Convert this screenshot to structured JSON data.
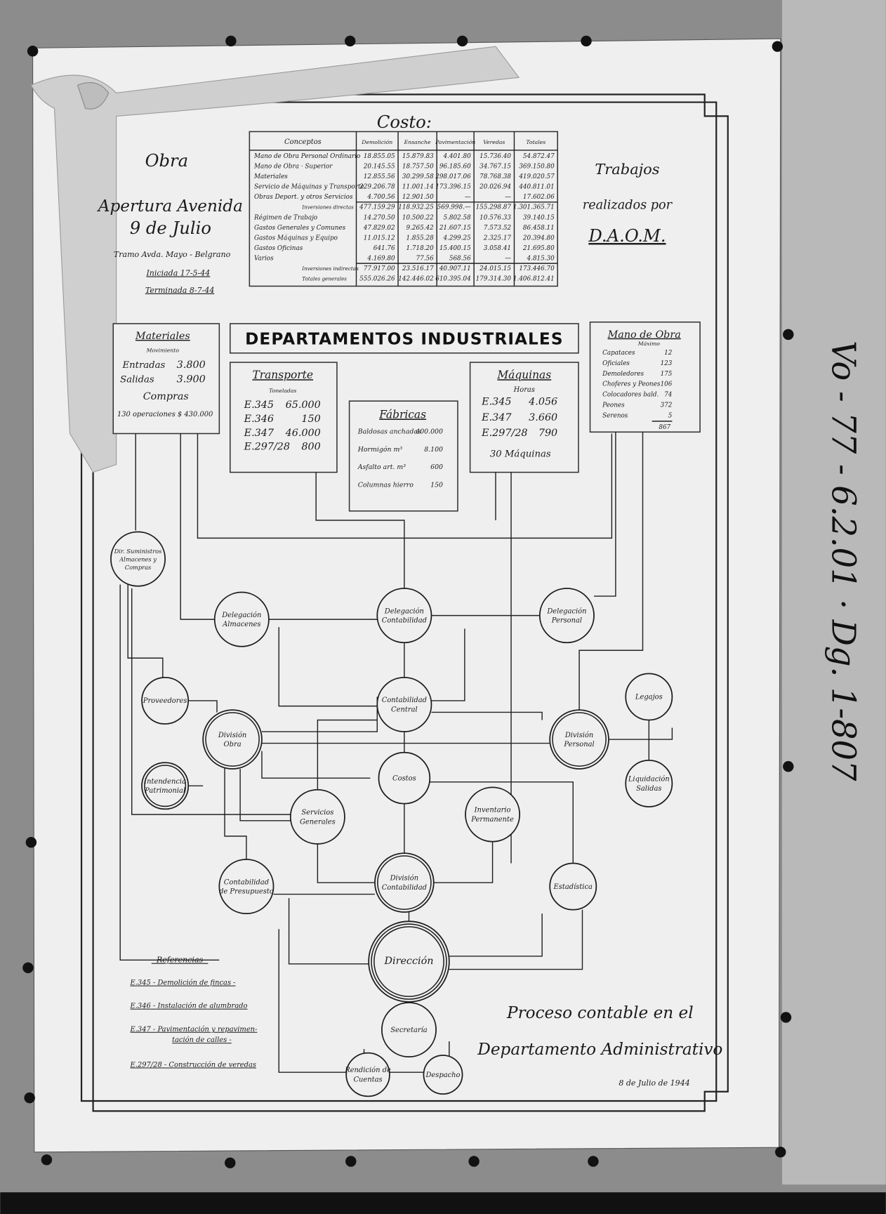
{
  "header": {
    "obra_label": "Obra",
    "obra_title_1": "Apertura Avenida",
    "obra_title_2": "9 de Julio",
    "tramo": "Tramo Avda. Mayo - Belgrano",
    "iniciada": "Iniciada 17-5-44",
    "terminada": "Terminada 8-7-44",
    "trabajos_1": "Trabajos",
    "trabajos_2": "realizados por",
    "trabajos_3": "D.A.O.M."
  },
  "cost_table": {
    "title": "Costo:",
    "columns": [
      "Conceptos",
      "Demolición",
      "Ensanche",
      "Pavimentación",
      "Veredas",
      "Totales"
    ],
    "rows": [
      [
        "Mano de Obra Personal Ordinario",
        "18.855.05",
        "15.879.83",
        "4.401.80",
        "15.736.40",
        "54.872.47"
      ],
      [
        "Mano de Obra · Superior",
        "20.145.55",
        "18.757.50",
        "96.185.60",
        "34.767.15",
        "369.150.80"
      ],
      [
        "Materiales",
        "12.855.56",
        "30.299.58",
        "298.017.06",
        "78.768.38",
        "419.020.57"
      ],
      [
        "Servicio de Máquinas y Transporte",
        "229.206.78",
        "11.001.14",
        "173.396.15",
        "20.026.94",
        "440.811.01"
      ],
      [
        "Obras Deport. y otros Servicios",
        "4.700.56",
        "12.901.50",
        "—",
        "—",
        "17.602.06"
      ],
      [
        "Inversiones directas",
        "477.159.29",
        "118.932.25",
        "569.998.—",
        "155.298.87",
        "1.301.365.71"
      ],
      [
        "Régimen de Trabajo",
        "14.270.50",
        "10.500.22",
        "5.802.58",
        "10.576.33",
        "39.140.15"
      ],
      [
        "Gastos Generales y Comunes",
        "47.829.02",
        "9.265.42",
        "21.607.15",
        "7.573.52",
        "86.458.11"
      ],
      [
        "Gastos Máquinas y Equipo",
        "11.015.12",
        "1.855.28",
        "4.299.25",
        "2.325.17",
        "20.394.80"
      ],
      [
        "Gastos Oficinas",
        "641.76",
        "1.718.20",
        "15.400.15",
        "3.058.41",
        "21.695.80"
      ],
      [
        "Varios",
        "4.169.80",
        "77.56",
        "568.56",
        "—",
        "4.815.30"
      ],
      [
        "Inversiones indirectas",
        "77.917.00",
        "23.516.17",
        "40.907.11",
        "24.015.15",
        "173.446.70"
      ],
      [
        "Totales generales",
        "555.026.26",
        "142.446.02",
        "610.395.04",
        "179.314.30",
        "1.406.812.41"
      ]
    ]
  },
  "banner": "DEPARTAMENTOS INDUSTRIALES",
  "materiales": {
    "title": "Materiales",
    "subtitle": "Movimiento",
    "entradas_label": "Entradas",
    "entradas_value": "3.800",
    "salidas_label": "Salidas",
    "salidas_value": "3.900",
    "compras_label": "Compras",
    "compras_detail": "130 operaciones $ 430.000"
  },
  "transporte": {
    "title": "Transporte",
    "subtitle": "Toneladas",
    "rows": [
      [
        "E.345",
        "65.000"
      ],
      [
        "E.346",
        "150"
      ],
      [
        "E.347",
        "46.000"
      ],
      [
        "E.297/28",
        "800"
      ]
    ]
  },
  "fabricas": {
    "title": "Fábricas",
    "rows": [
      [
        "Baldosas anchadas",
        "400.000"
      ],
      [
        "Hormigón  m³",
        "8.100"
      ],
      [
        "Asfalto art.  m³",
        "600"
      ],
      [
        "Columnas hierro",
        "150"
      ]
    ]
  },
  "maquinas": {
    "title": "Máquinas",
    "subtitle": "Horas",
    "rows": [
      [
        "E.345",
        "4.056"
      ],
      [
        "E.347",
        "3.660"
      ],
      [
        "E.297/28",
        "790"
      ]
    ],
    "footer": "30 Máquinas"
  },
  "mano_obra": {
    "title": "Mano de Obra",
    "subtitle": "Máximo",
    "rows": [
      [
        "Capataces",
        "12"
      ],
      [
        "Oficiales",
        "123"
      ],
      [
        "Demoledores",
        "175"
      ],
      [
        "Choferes y Peones",
        "106"
      ],
      [
        "Colocadores bald.",
        "74"
      ],
      [
        "Peones",
        "372"
      ],
      [
        "Serenos",
        "5"
      ]
    ],
    "total": "867"
  },
  "nodes": {
    "suministros": [
      "Dir. Suministros",
      "Almacenes y",
      "Compras"
    ],
    "del_almacenes": [
      "Delegación",
      "Almacenes"
    ],
    "del_contabilidad": [
      "Delegación",
      "Contabilidad"
    ],
    "del_personal": [
      "Delegación",
      "Personal"
    ],
    "proveedores": [
      "Proveedores"
    ],
    "contab_central": [
      "Contabilidad",
      "Central"
    ],
    "division_obra": [
      "División",
      "Obra"
    ],
    "division_personal": [
      "División",
      "Personal"
    ],
    "legajos": [
      "Legajos"
    ],
    "intendencia": [
      "Intendencia",
      "Patrimonial"
    ],
    "costos": [
      "Costos"
    ],
    "liquidacion": [
      "Liquidación",
      "Salidas"
    ],
    "servicios": [
      "Servicios",
      "Generales"
    ],
    "inventario": [
      "Inventario",
      "Permanente"
    ],
    "estadistica": [
      "Estadística"
    ],
    "contab_presupuesto": [
      "Contabilidad",
      "de Presupuesto"
    ],
    "division_contab": [
      "División",
      "Contabilidad"
    ],
    "direccion": [
      "Dirección"
    ],
    "secretaria": [
      "Secretaría"
    ],
    "rendicion": [
      "Rendición de",
      "Cuentas"
    ],
    "despacho": [
      "Despacho"
    ]
  },
  "referencias": {
    "title": "- Referencias -",
    "items": [
      "E.345 - Demolición de fincas -",
      "E.346 - Instalación de alumbrado",
      "E.347 - Pavimentación y repavimen-",
      "tación de calles -",
      "E.297/28 - Construcción de veredas"
    ]
  },
  "footer": {
    "title_1": "Proceso contable en el",
    "title_2": "Departamento Administrativo",
    "date": "8 de Julio de 1944"
  },
  "archive_note": "Vo - 77 - 6.2.01 · Dg. 1-807"
}
